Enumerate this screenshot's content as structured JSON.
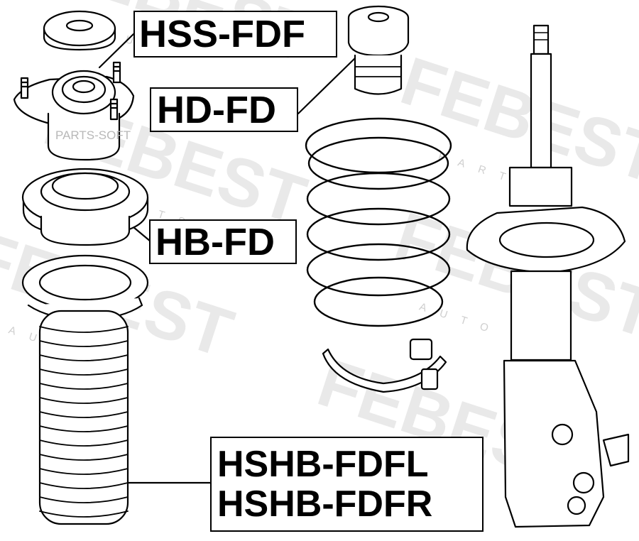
{
  "labels": {
    "top_mount_stopper": "HSS-FDF",
    "bump_stop": "HD-FD",
    "bearing": "HB-FD",
    "boot_left": "HSHB-FDFL",
    "boot_right": "HSHB-FDFR"
  },
  "watermark": {
    "brand": "FEBEST",
    "auto": "AUTO",
    "parts": "PARTS",
    "overlay": "PARTS-SOFT"
  },
  "colors": {
    "line": "#000000",
    "watermark": "#e9e9e9",
    "background": "#ffffff"
  }
}
